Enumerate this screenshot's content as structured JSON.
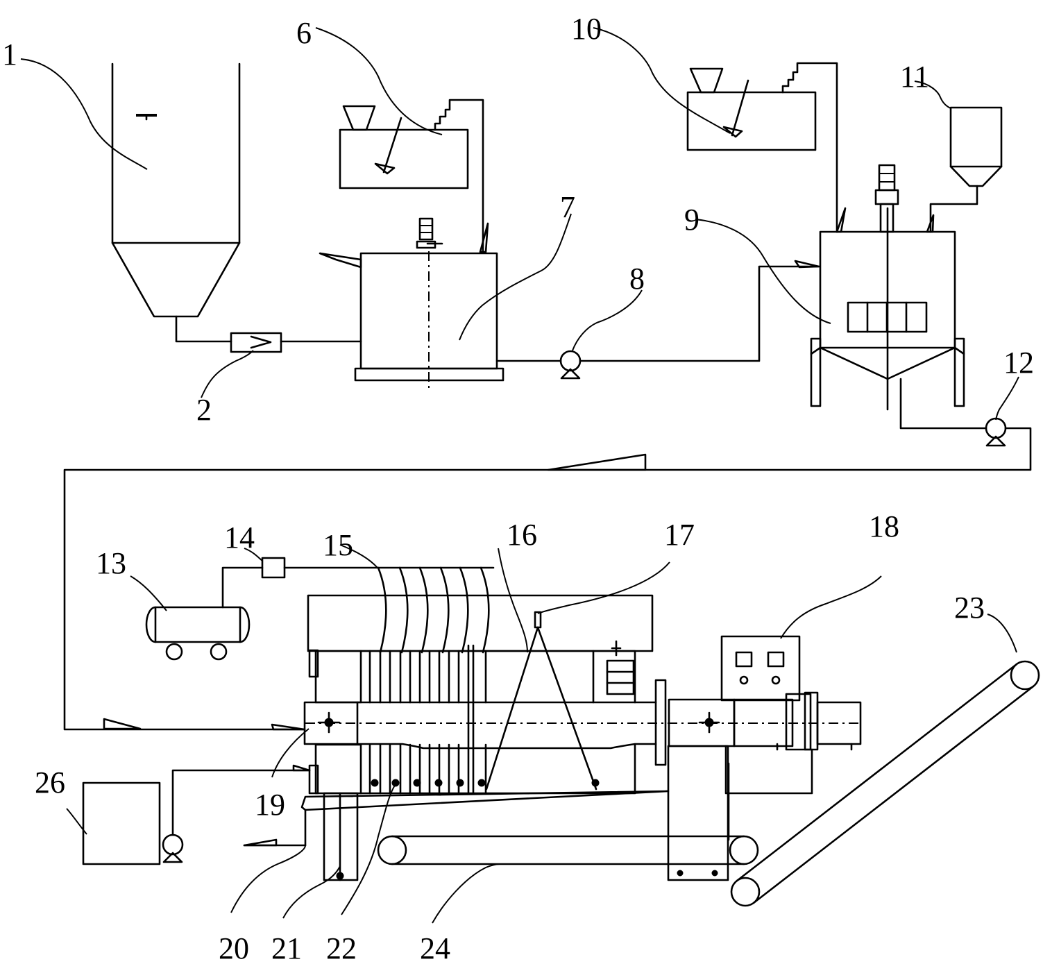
{
  "figure": {
    "labels": [
      "1",
      "2",
      "6",
      "7",
      "8",
      "9",
      "10",
      "11",
      "12",
      "13",
      "14",
      "15",
      "16",
      "17",
      "18",
      "19",
      "20",
      "21",
      "22",
      "23",
      "24",
      "26"
    ]
  }
}
